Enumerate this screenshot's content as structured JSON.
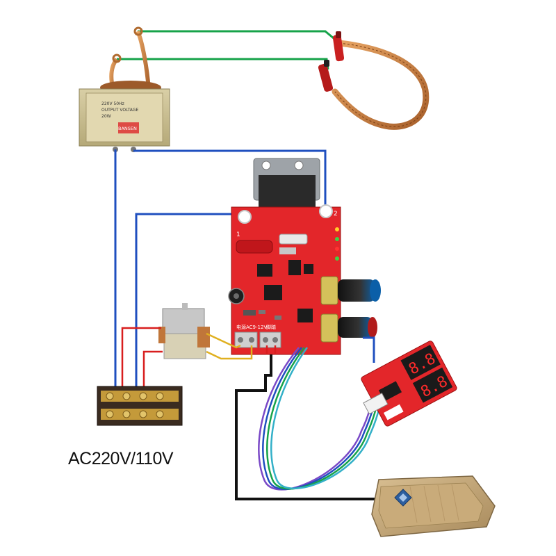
{
  "supply_label": "AC220V/110V",
  "board_markings": {
    "input_label": "电源AC9-12V",
    "footswitch_label": "脚踏",
    "terminal_one": "1",
    "terminal_two": "2"
  },
  "transformer_markings": {
    "brand": "BANSEN",
    "lines": [
      "220V 50Hz",
      "OUTPUT VOLTAGE",
      "20W"
    ]
  },
  "display_markings": {
    "digits_top": "8.8.",
    "digits_bottom": "8.8."
  },
  "colors": {
    "wire_blue": "#1f4fbf",
    "wire_green": "#17a34a",
    "wire_red": "#d81e1e",
    "wire_yellow": "#e0b020",
    "wire_black": "#111111",
    "pcb_red": "#e3262a",
    "pedal_tan": "#c9ab7a"
  },
  "icons": [
    "transformer-icon",
    "control-board-icon",
    "display-module-icon",
    "foot-pedal-icon",
    "terminal-block-icon",
    "welding-pen-icon"
  ]
}
